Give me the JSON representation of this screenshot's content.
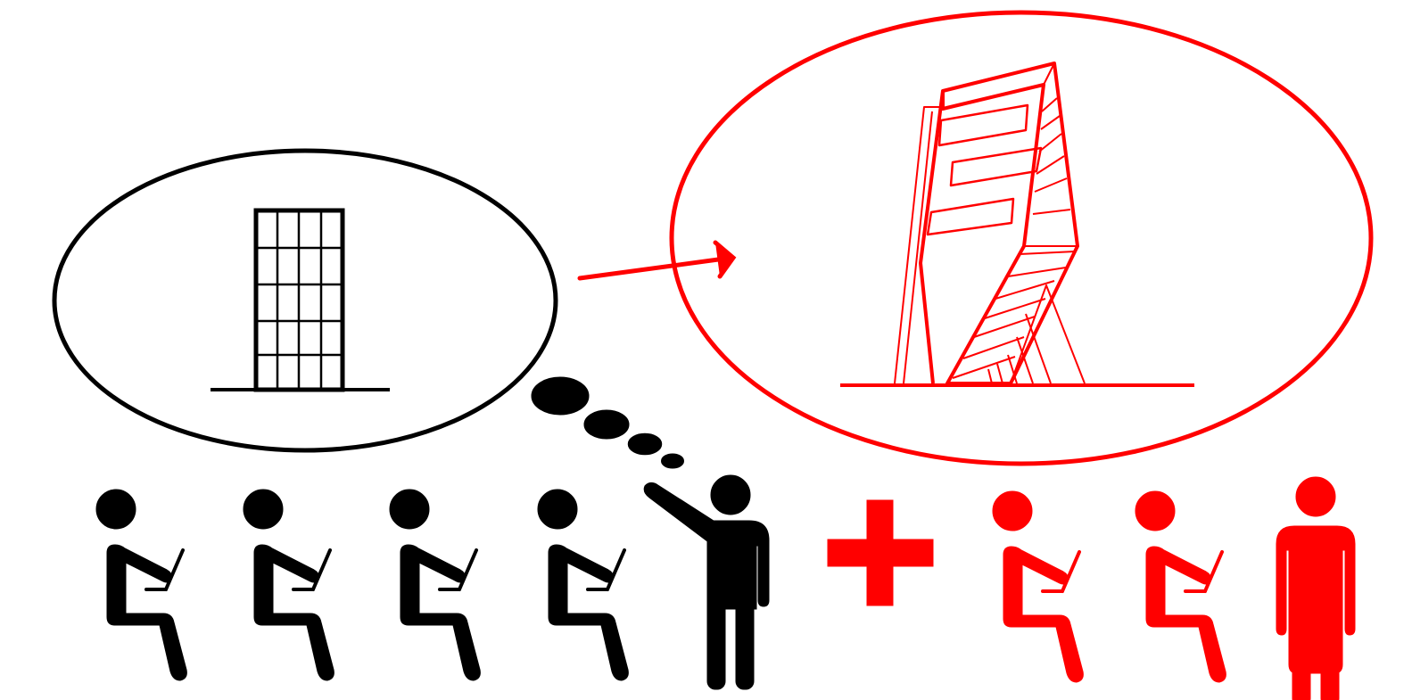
{
  "colors": {
    "background": "#ffffff",
    "current_idea": "#000000",
    "new_idea": "#ff0000"
  },
  "diagram": {
    "current_concept": {
      "icon": "simple-grid-building-icon",
      "bubble": "thought-ellipse-black"
    },
    "transition": {
      "icon": "arrow-right-icon"
    },
    "new_concept": {
      "icon": "twisted-tower-with-trees-icon",
      "bubble": "ellipse-red"
    },
    "thought_trail": {
      "icon": "thought-bubble-trail-icon",
      "bubble_count": 4
    },
    "existing_team": {
      "seated_workers": 4,
      "presenter": 1,
      "icons": [
        "person-at-laptop-icon",
        "person-pointing-icon"
      ]
    },
    "combinator": {
      "icon": "plus-icon"
    },
    "added_team": {
      "seated_workers": 2,
      "standing": 1,
      "icons": [
        "person-at-laptop-icon",
        "standing-person-icon"
      ]
    }
  }
}
